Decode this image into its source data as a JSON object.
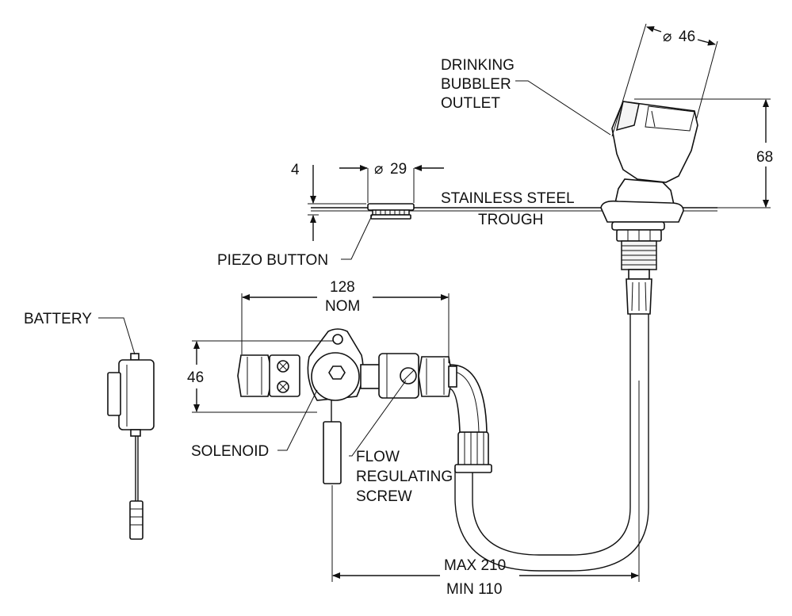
{
  "labels": {
    "drinking_bubbler_outlet": [
      "DRINKING",
      "BUBBLER",
      "OUTLET"
    ],
    "stainless_steel_trough": [
      "STAINLESS STEEL",
      "TROUGH"
    ],
    "piezo_button": "PIEZO BUTTON",
    "battery": "BATTERY",
    "solenoid": "SOLENOID",
    "flow_regulating_screw": [
      "FLOW",
      "REGULATING",
      "SCREW"
    ]
  },
  "dimensions": {
    "outlet_diameter": "46",
    "button_diameter": "29",
    "button_depth": "4",
    "outlet_height": "68",
    "valve_length": [
      "128",
      "NOM"
    ],
    "valve_height": "46",
    "hose_length": [
      "MAX 210",
      "MIN 110"
    ]
  },
  "symbols": {
    "diameter": "⌀"
  },
  "colors": {
    "line": "#111111",
    "background": "#ffffff"
  }
}
